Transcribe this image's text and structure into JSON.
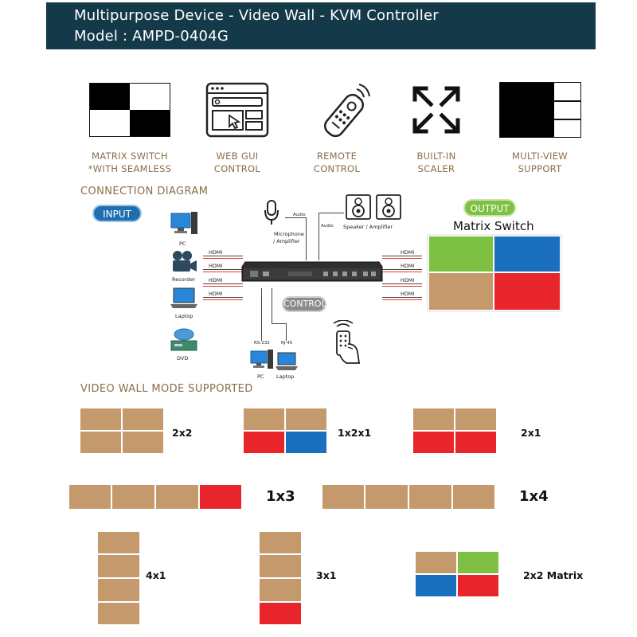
{
  "header": {
    "title_line1": "Multipurpose Device - Video Wall - KVM Controller",
    "title_line2": "Model : AMPD-0404G"
  },
  "features": [
    {
      "icon": "matrix-switch-icon",
      "line1": "MATRIX SWITCH",
      "line2": "*WITH SEAMLESS"
    },
    {
      "icon": "web-gui-icon",
      "line1": "WEB GUI",
      "line2": "CONTROL"
    },
    {
      "icon": "remote-control-icon",
      "line1": "REMOTE",
      "line2": "CONTROL"
    },
    {
      "icon": "scaler-arrows-icon",
      "line1": "BUILT-IN",
      "line2": "SCALER"
    },
    {
      "icon": "multi-view-icon",
      "line1": "MULTI-VIEW",
      "line2": "SUPPORT"
    }
  ],
  "connection": {
    "title": "CONNECTION DIAGRAM",
    "input_badge": "INPUT",
    "output_badge": "OUTPUT",
    "output_title": "Matrix Switch",
    "control_badge": "CONTROL",
    "inputs": [
      "PC",
      "Recorder",
      "Laptop",
      "DVD"
    ],
    "hdmi_label": "HDMI",
    "audio_label": "Audio",
    "microphone_label_1": "Microphone",
    "microphone_label_2": "/ Amplifier",
    "speaker_label": "Speaker / Amplifier",
    "rs232_label": "RS-232",
    "rj45_label": "RJ-45",
    "control_pc_label": "PC",
    "control_laptop_label": "Laptop"
  },
  "video_wall": {
    "title": "VIDEO WALL MODE SUPPORTED",
    "modes": [
      "2x2",
      "1x2x1",
      "2x1",
      "1x3",
      "1x4",
      "4x1",
      "3x1",
      "2x2 Matrix"
    ]
  },
  "colors": {
    "header_bg": "#143a4a",
    "accent_text": "#8a6e4a",
    "tan": "#c49a6c",
    "red": "#e8252b",
    "blue": "#1a6fbf",
    "green": "#7ec142"
  }
}
